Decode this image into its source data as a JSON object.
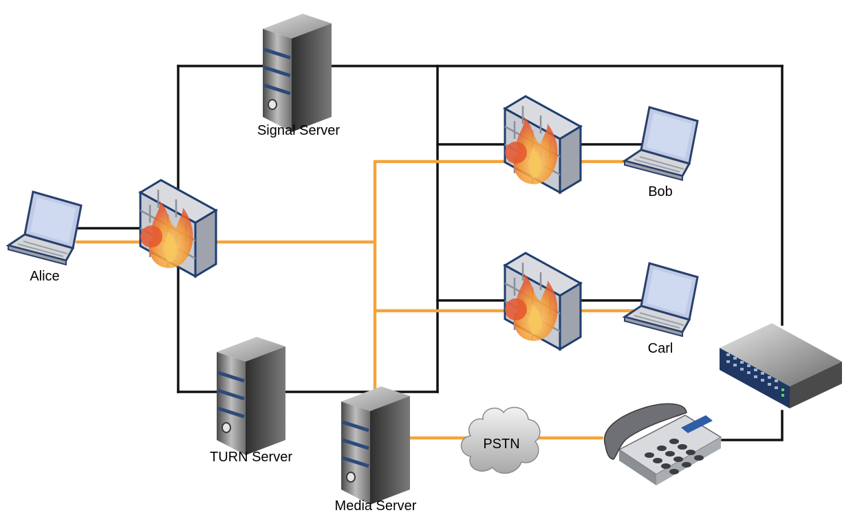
{
  "nodes": {
    "signal_server": "Signal Server",
    "turn_server": "TURN Server",
    "media_server": "Media Server",
    "alice": "Alice",
    "bob": "Bob",
    "carl": "Carl",
    "pstn": "PSTN"
  },
  "colors": {
    "signaling_link": "#111111",
    "media_path": "#f5a33c"
  },
  "icons": [
    "server-icon",
    "firewall-icon",
    "laptop-icon",
    "network-switch-icon",
    "desk-phone-icon",
    "cloud-icon"
  ]
}
